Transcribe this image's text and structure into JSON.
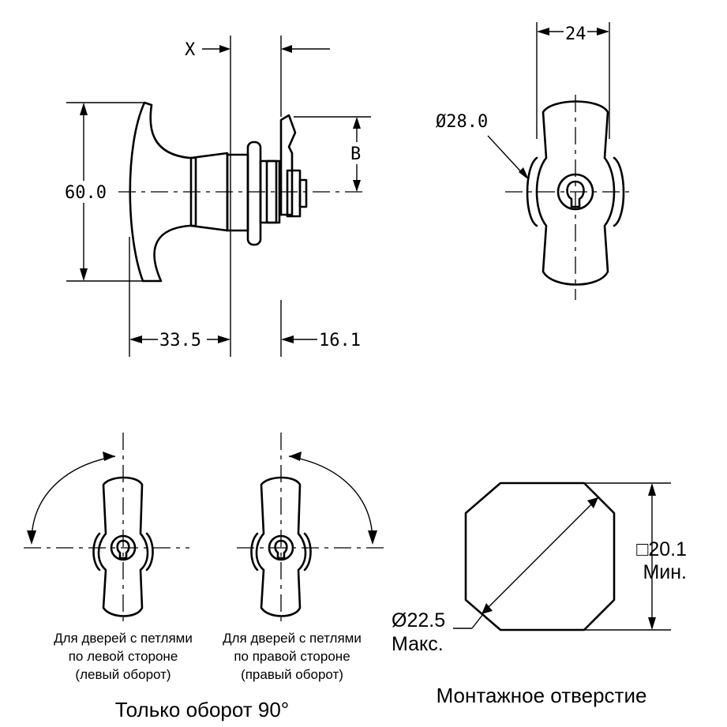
{
  "dimensions": {
    "x_label": "X",
    "b_label": "B",
    "height": "60.0",
    "depth_handle": "33.5",
    "depth_body": "16.1",
    "width": "24",
    "diameter": "Ø28.0"
  },
  "rotation": {
    "left_caption": [
      "Для дверей с петлями",
      "по левой стороне",
      "(левый оборот)"
    ],
    "right_caption": [
      "Для дверей с петлями",
      "по правой стороне",
      "(правый оборот)"
    ],
    "title": "Только оборот 90°"
  },
  "cutout": {
    "size_line1": "□20.1",
    "size_line2": "Мин.",
    "diag_line1": "Ø22.5",
    "diag_line2": "Макс.",
    "title": "Монтажное отверстие"
  }
}
